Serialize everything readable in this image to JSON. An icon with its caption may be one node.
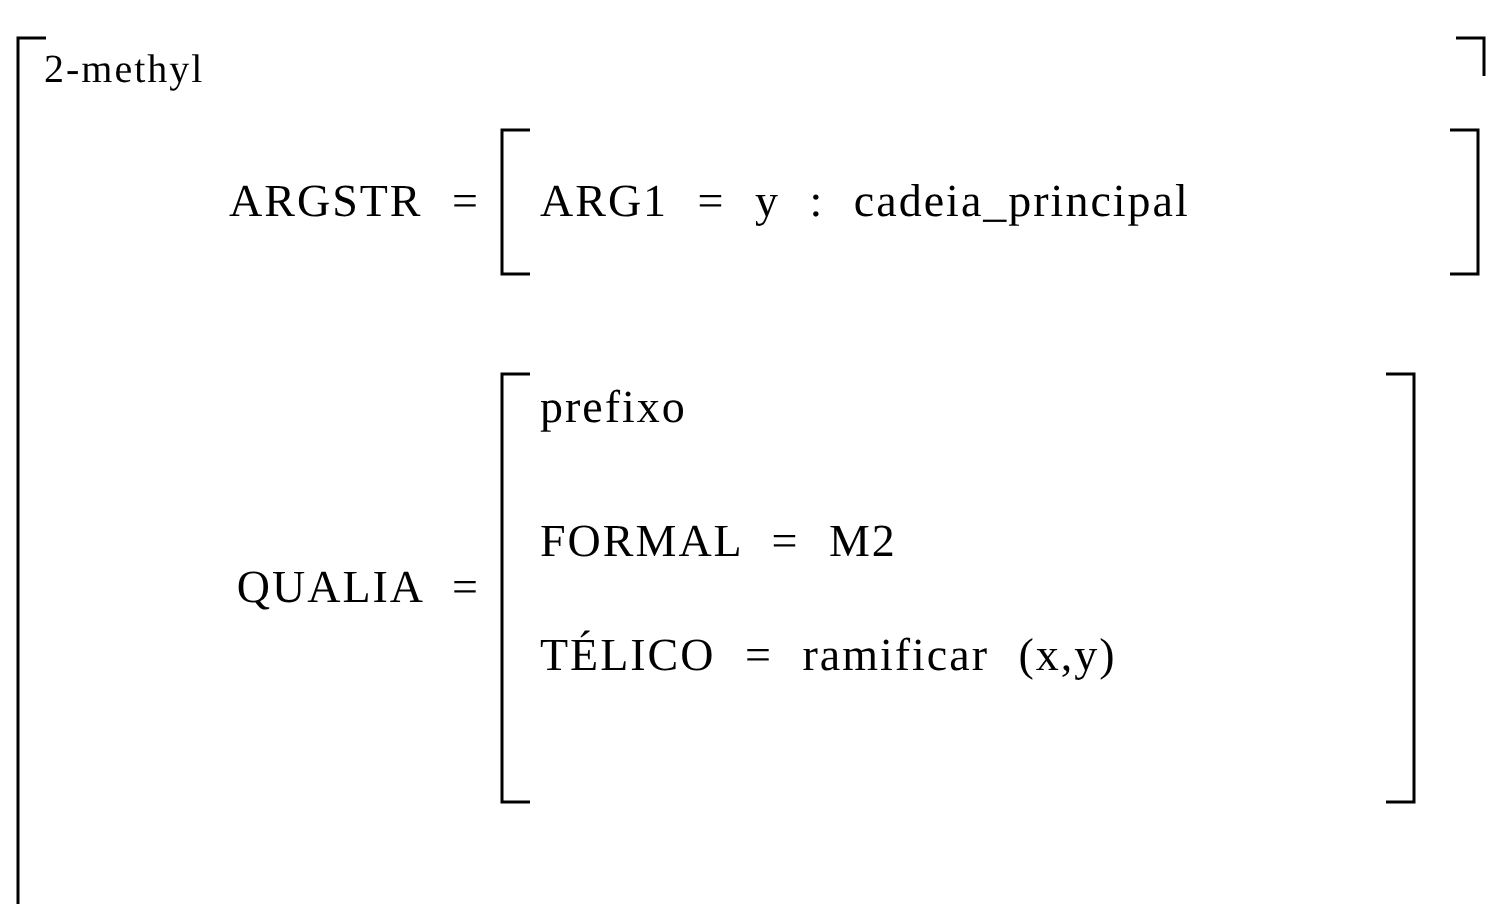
{
  "diagram": {
    "nodes": [
      {
        "text": [
          "2-methyl"
        ]
      },
      {
        "text": [
          "ARG1 = y : cadeia_principal"
        ],
        "beside": [
          "ARGSTR ="
        ],
        "in": 0
      },
      {
        "text": [
          "prefixo",
          "FORMAL = M2",
          "TÉLICO = ramificar (x,y)"
        ],
        "beside": [
          "QUALIA ="
        ],
        "in": 0
      }
    ],
    "edges": []
  }
}
